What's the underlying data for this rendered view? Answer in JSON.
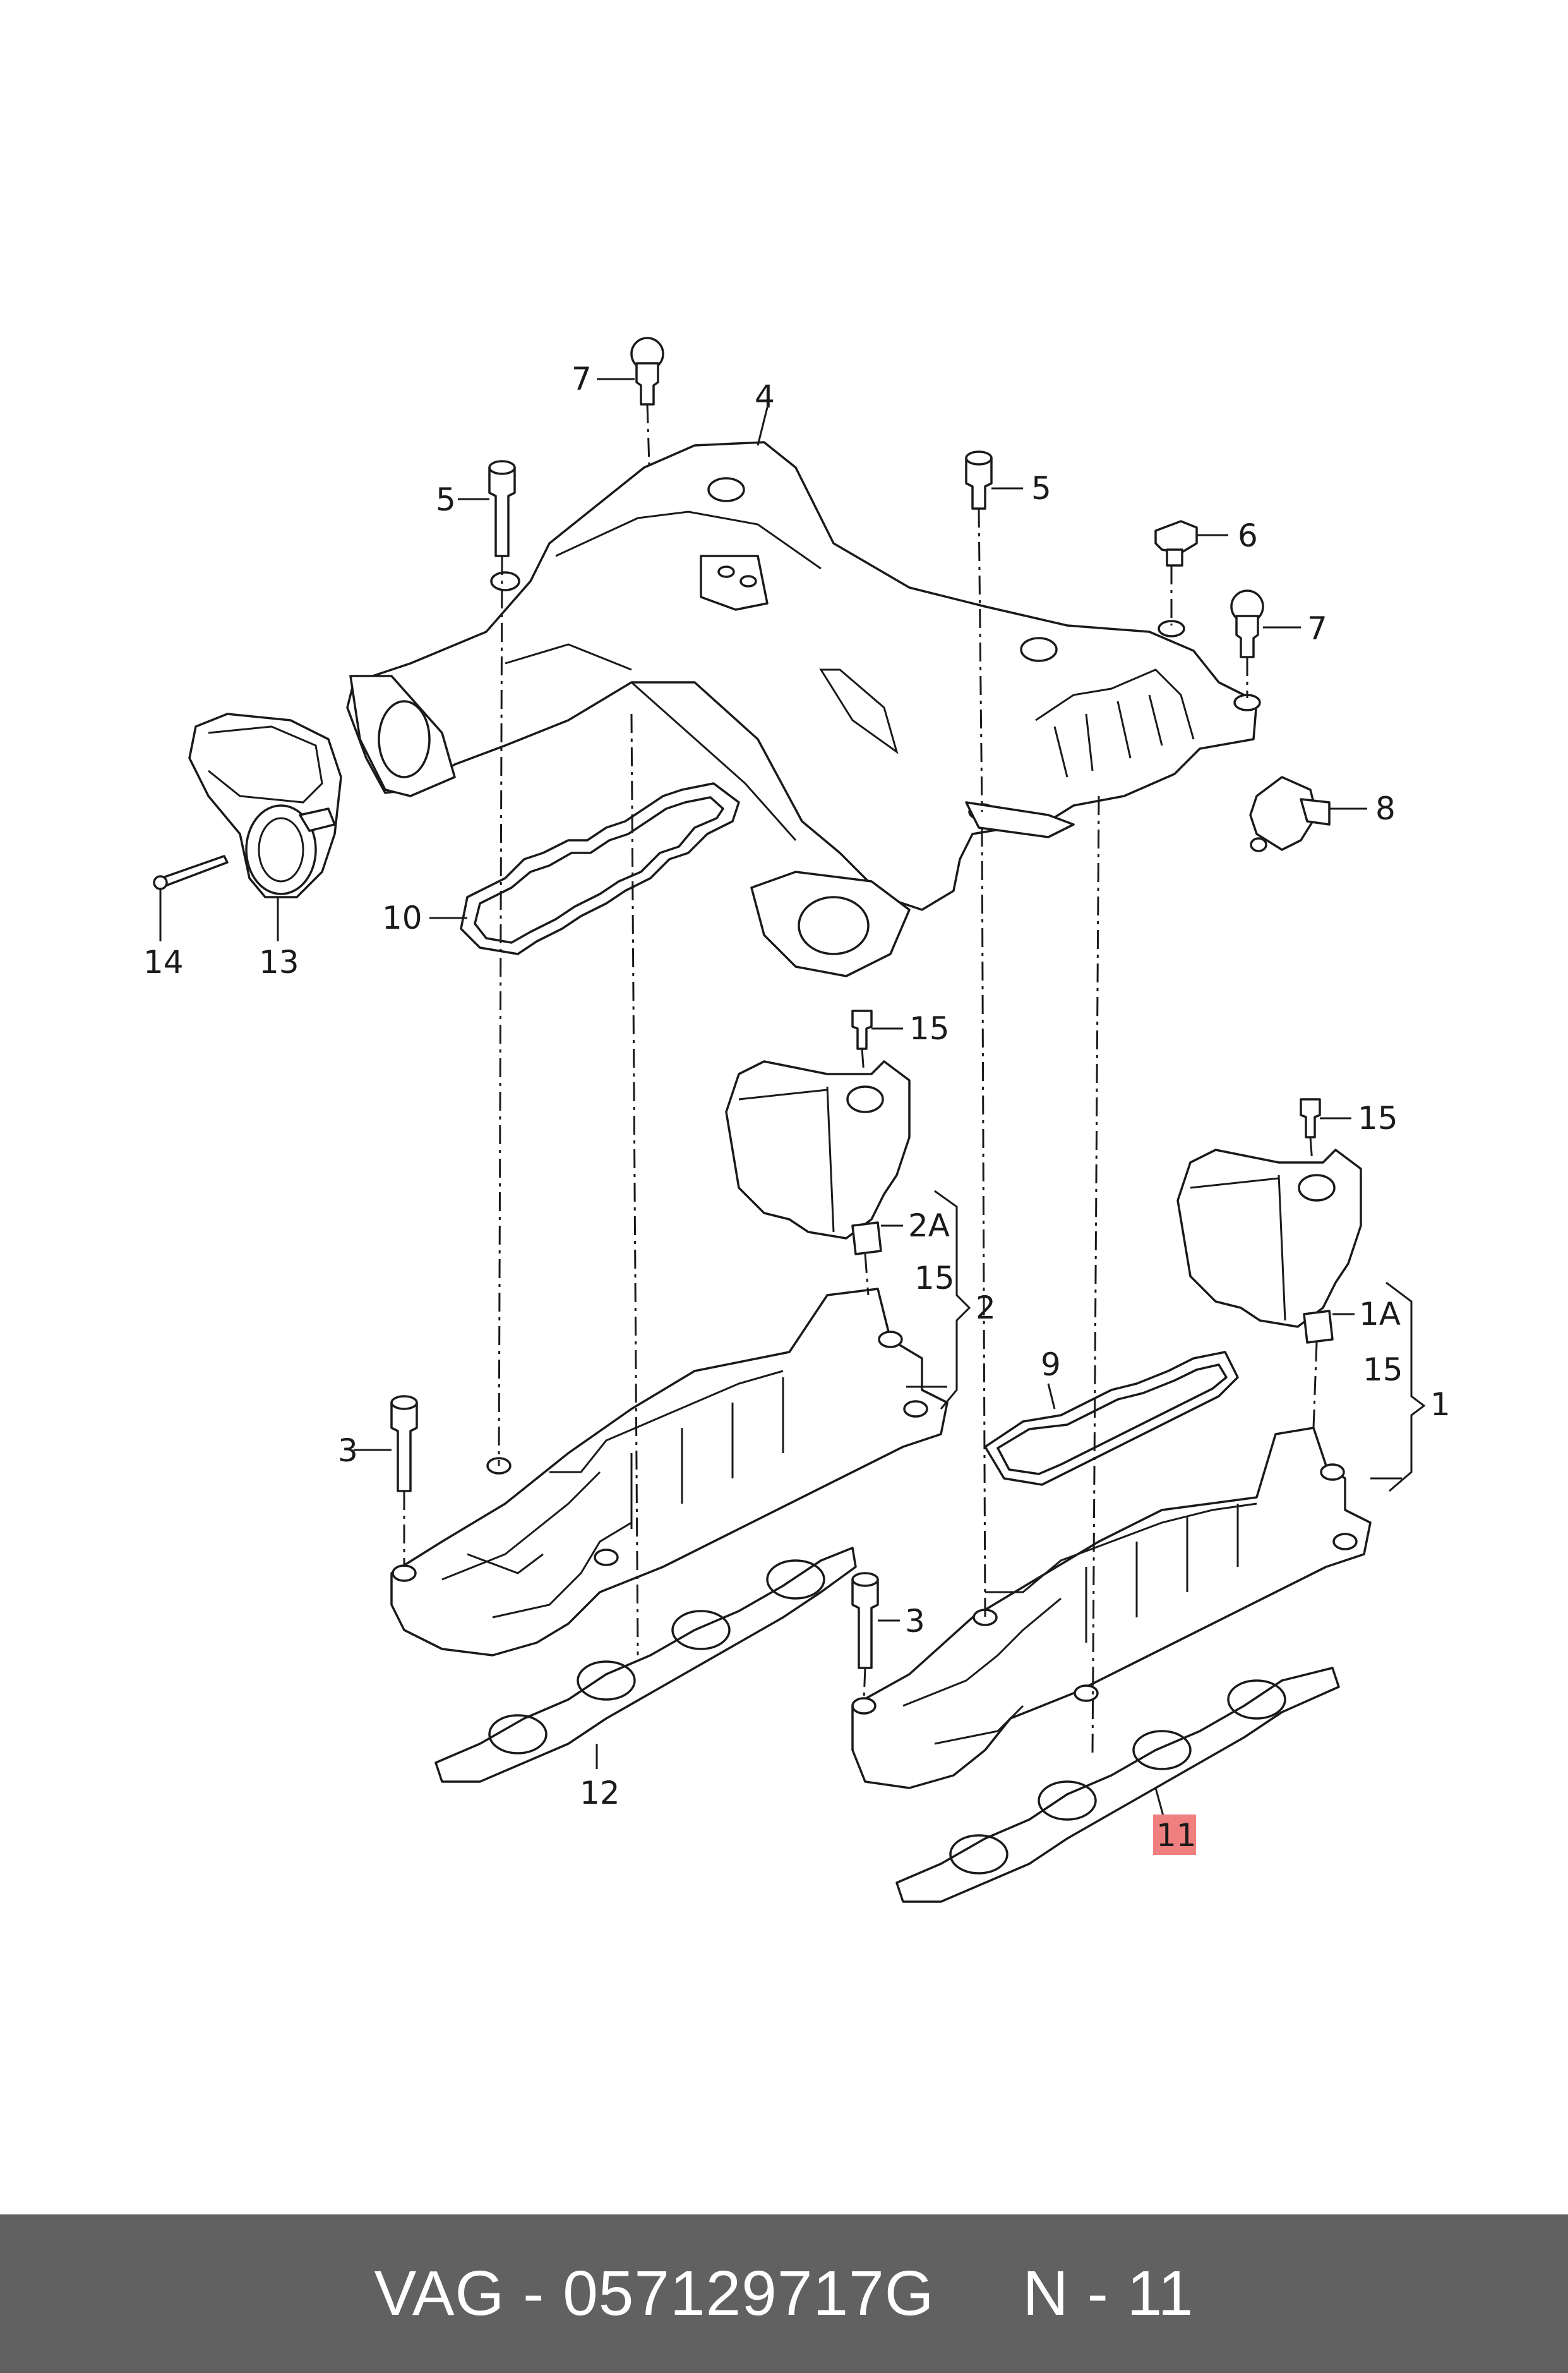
{
  "callouts": {
    "c1": "1",
    "c1A": "1A",
    "c2": "2",
    "c2A": "2A",
    "c3a": "3",
    "c3b": "3",
    "c4": "4",
    "c5a": "5",
    "c5b": "5",
    "c6": "6",
    "c7a": "7",
    "c7b": "7",
    "c8": "8",
    "c9": "9",
    "c10": "10",
    "c11": "11",
    "c12": "12",
    "c13": "13",
    "c14": "14",
    "c15a": "15",
    "c15b": "15",
    "c15c": "15",
    "c15d": "15"
  },
  "highlight": {
    "part": "11",
    "color": "#f08080"
  },
  "footer": {
    "part_number": "VAG - 057129717G",
    "position": "N - 11"
  },
  "colors": {
    "footer_bg": "#616161",
    "line": "#1a1a1a"
  }
}
